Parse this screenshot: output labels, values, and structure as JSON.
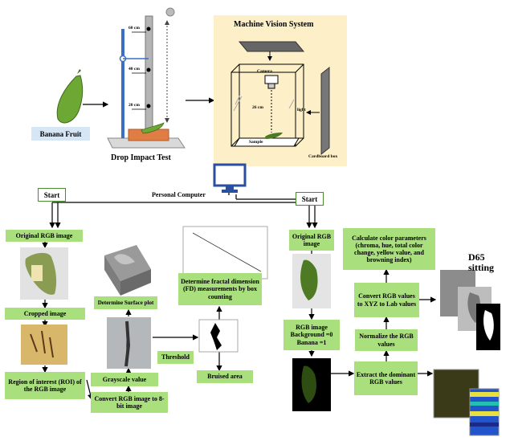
{
  "top": {
    "banana_fruit": "Banana Fruit",
    "drop_impact_test": "Drop Impact Test",
    "machine_vision_system": "Machine Vision System",
    "personal_computer": "Personal Computer",
    "h60": "60 cm",
    "h40": "40 cm",
    "h20": "20 cm",
    "camera": "Camera",
    "dist26": "26 cm",
    "light": "light",
    "sample": "Sample",
    "cardboard_box": "Cardboard box"
  },
  "left": {
    "start": "Start",
    "original_rgb": "Original RGB image",
    "cropped": "Cropped  image",
    "roi": "Region of interest (ROI) of the RGB image",
    "grayscale": "Grayscale value",
    "convert_8bit": "Convert RGB image to 8-bit image",
    "surface_plot": "Determine Surface plot",
    "threshold": "Threshold",
    "bruised_area": "Bruised area",
    "fractal": "Determine fractal dimension (FD) measurements by box counting"
  },
  "right": {
    "start": "Start",
    "original_rgb": "Original RGB image",
    "rgb_background": "RGB image Background =0 Banana =1",
    "extract": "Extract the dominant RGB values",
    "normalize": "Normalize the RGB values",
    "convert_xyz": "Convert RGB values to XYZ to Lab values",
    "calculate": "Calculate color parameters (chroma, hue, total color change, yellow value, and browning index)",
    "d65": "D65 sitting"
  },
  "colors": {
    "box_green": "#a9df7d",
    "cream_panel": "#fdf0c8",
    "arrow": "#000000"
  }
}
